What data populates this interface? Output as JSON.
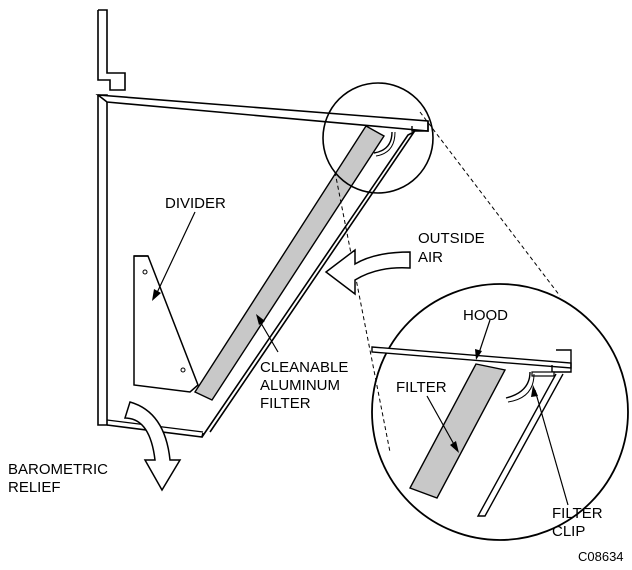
{
  "labels": {
    "divider": "DIVIDER",
    "outside_air_1": "OUTSIDE",
    "outside_air_2": "AIR",
    "hood": "HOOD",
    "cleanable_1": "CLEANABLE",
    "cleanable_2": "ALUMINUM",
    "cleanable_3": "FILTER",
    "filter": "FILTER",
    "barometric_1": "BAROMETRIC",
    "barometric_2": "RELIEF",
    "filter_clip_1": "FILTER",
    "filter_clip_2": "CLIP",
    "figure_code": "C08634"
  },
  "colors": {
    "line": "#000000",
    "filter_fill": "#c8c8c8",
    "background": "#ffffff"
  }
}
